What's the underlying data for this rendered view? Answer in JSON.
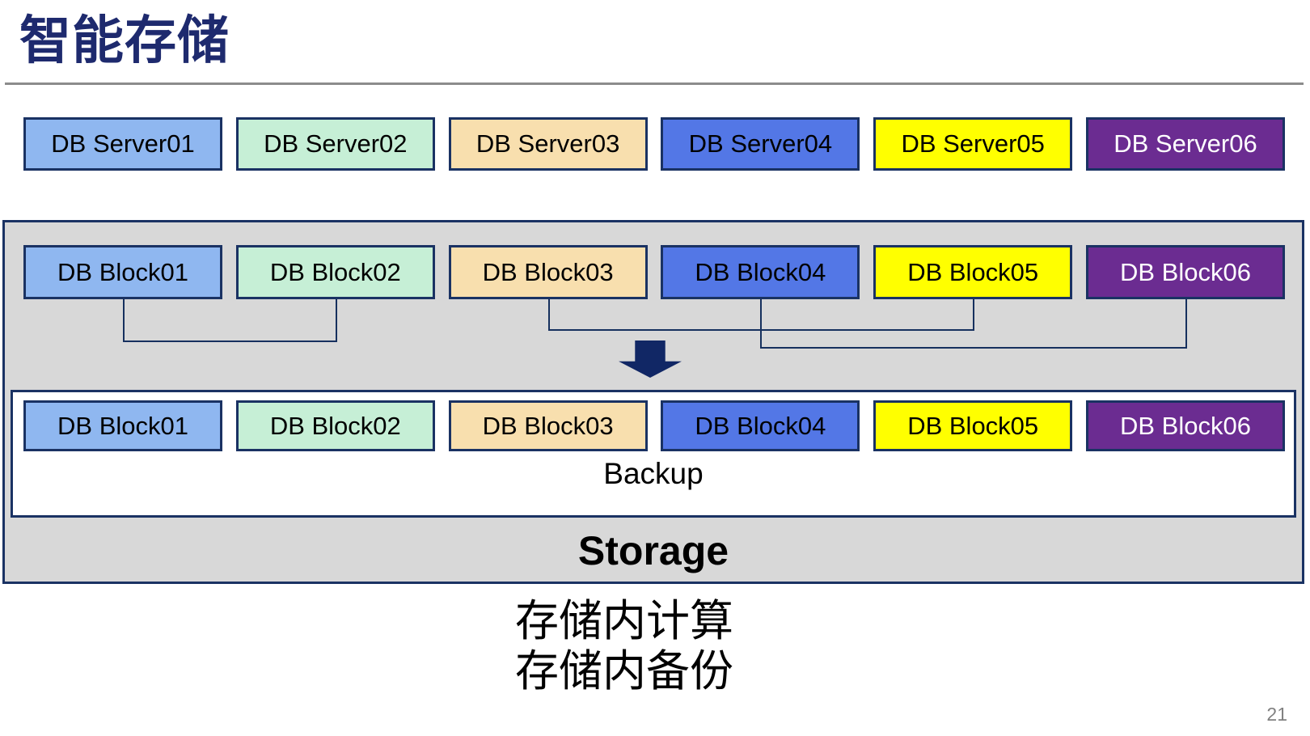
{
  "slide": {
    "title": "智能存储",
    "caption_lines": [
      "存储内计算",
      "存储内备份"
    ],
    "page_number": "21"
  },
  "colors": {
    "title-navy": "#1E2A6E",
    "border-navy": "#1A3263",
    "line-navy": "#16305E",
    "arrow-navy": "#112765",
    "container-gray": "#D8D8D8",
    "divider-gray": "#8C8C8C",
    "page-gray": "#808080"
  },
  "servers": [
    {
      "label": "DB Server01",
      "fill": "#8FB7F0",
      "text": "#000000"
    },
    {
      "label": "DB Server02",
      "fill": "#C6EFD6",
      "text": "#000000"
    },
    {
      "label": "DB Server03",
      "fill": "#F8DFAE",
      "text": "#000000"
    },
    {
      "label": "DB Server04",
      "fill": "#5377E6",
      "text": "#000000"
    },
    {
      "label": "DB Server05",
      "fill": "#FFFF00",
      "text": "#000000"
    },
    {
      "label": "DB Server06",
      "fill": "#6B2C91",
      "text": "#FFFFFF"
    }
  ],
  "blocks_top": [
    {
      "label": "DB Block01",
      "fill": "#8FB7F0",
      "text": "#000000"
    },
    {
      "label": "DB Block02",
      "fill": "#C6EFD6",
      "text": "#000000"
    },
    {
      "label": "DB Block03",
      "fill": "#F8DFAE",
      "text": "#000000"
    },
    {
      "label": "DB Block04",
      "fill": "#5377E6",
      "text": "#000000"
    },
    {
      "label": "DB Block05",
      "fill": "#FFFF00",
      "text": "#000000"
    },
    {
      "label": "DB Block06",
      "fill": "#6B2C91",
      "text": "#FFFFFF"
    }
  ],
  "blocks_bottom": [
    {
      "label": "DB Block01",
      "fill": "#8FB7F0",
      "text": "#000000"
    },
    {
      "label": "DB Block02",
      "fill": "#C6EFD6",
      "text": "#000000"
    },
    {
      "label": "DB Block03",
      "fill": "#F8DFAE",
      "text": "#000000"
    },
    {
      "label": "DB Block04",
      "fill": "#5377E6",
      "text": "#000000"
    },
    {
      "label": "DB Block05",
      "fill": "#FFFF00",
      "text": "#000000"
    },
    {
      "label": "DB Block06",
      "fill": "#6B2C91",
      "text": "#FFFFFF"
    }
  ],
  "storage_panel": {
    "backup_label": "Backup",
    "storage_label": "Storage"
  }
}
